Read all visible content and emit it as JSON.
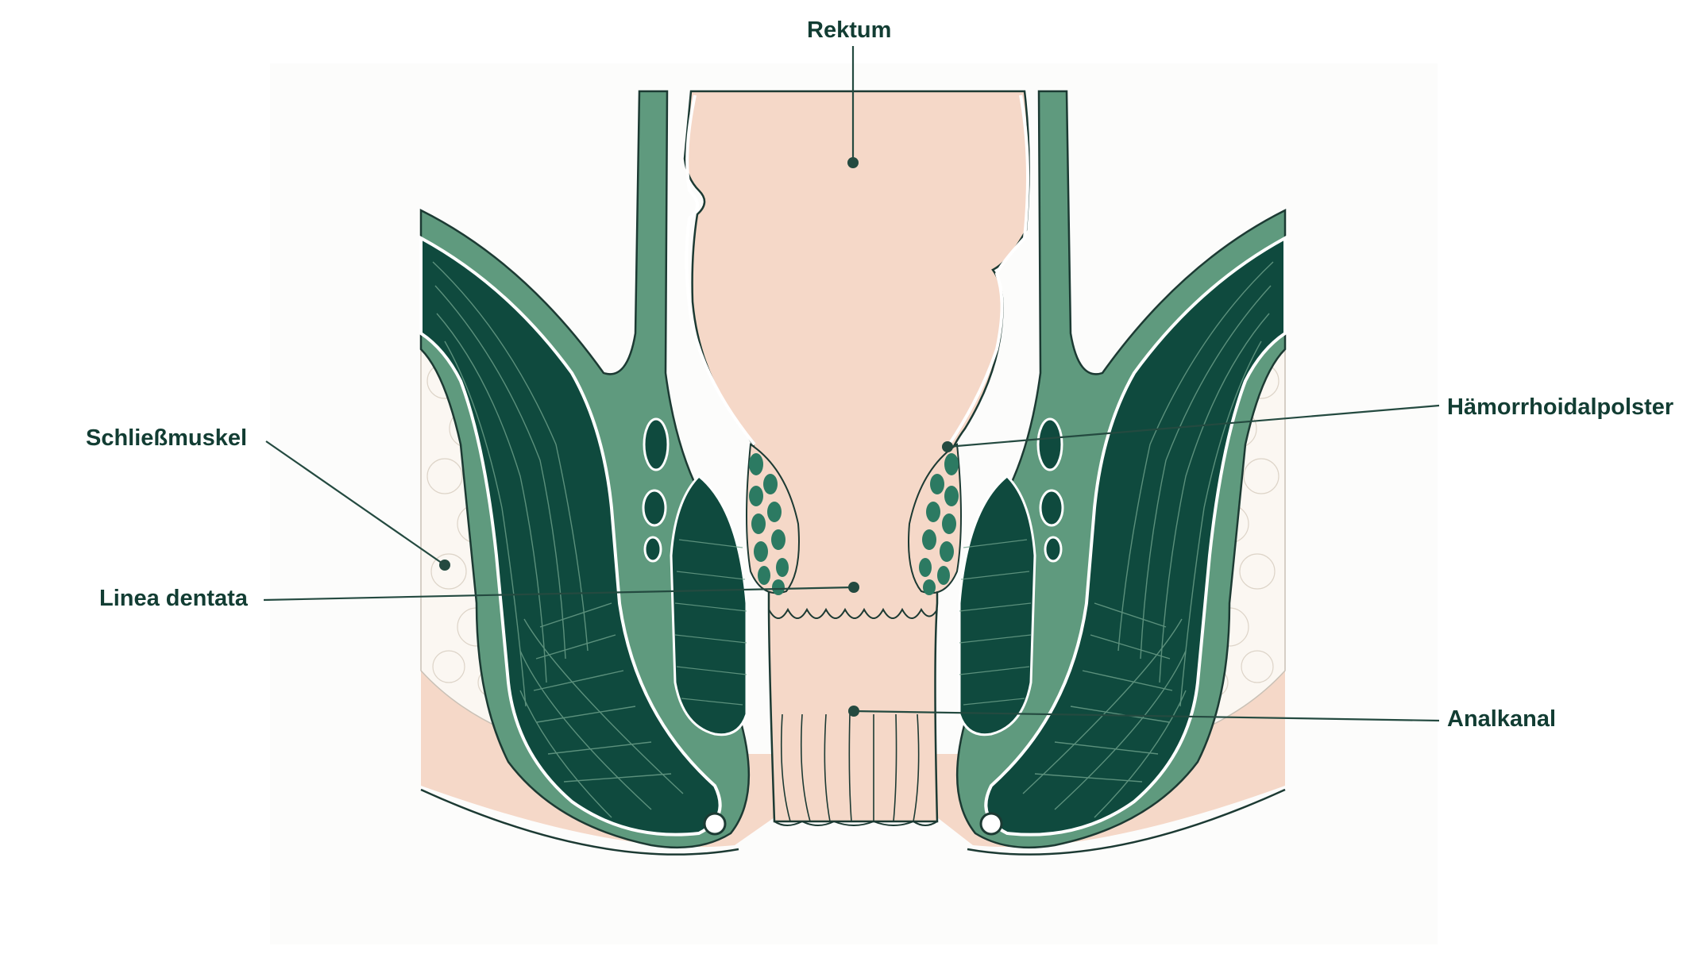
{
  "labels": {
    "rektum": "Rektum",
    "haemorrhoidalpolster": "Hämorrhoidalpolster",
    "schliessmuskel": "Schließmuskel",
    "linea_dentata": "Linea dentata",
    "analkanal": "Analkanal"
  },
  "colors": {
    "muscle_dark": "#0f4a3e",
    "muscle_light": "#5f9a7e",
    "mucosa": "#f5d8c8",
    "fat": "#fbf7f2",
    "outline": "#1c3a33",
    "label_text": "#123d33",
    "vessel": "#2c7a62"
  }
}
